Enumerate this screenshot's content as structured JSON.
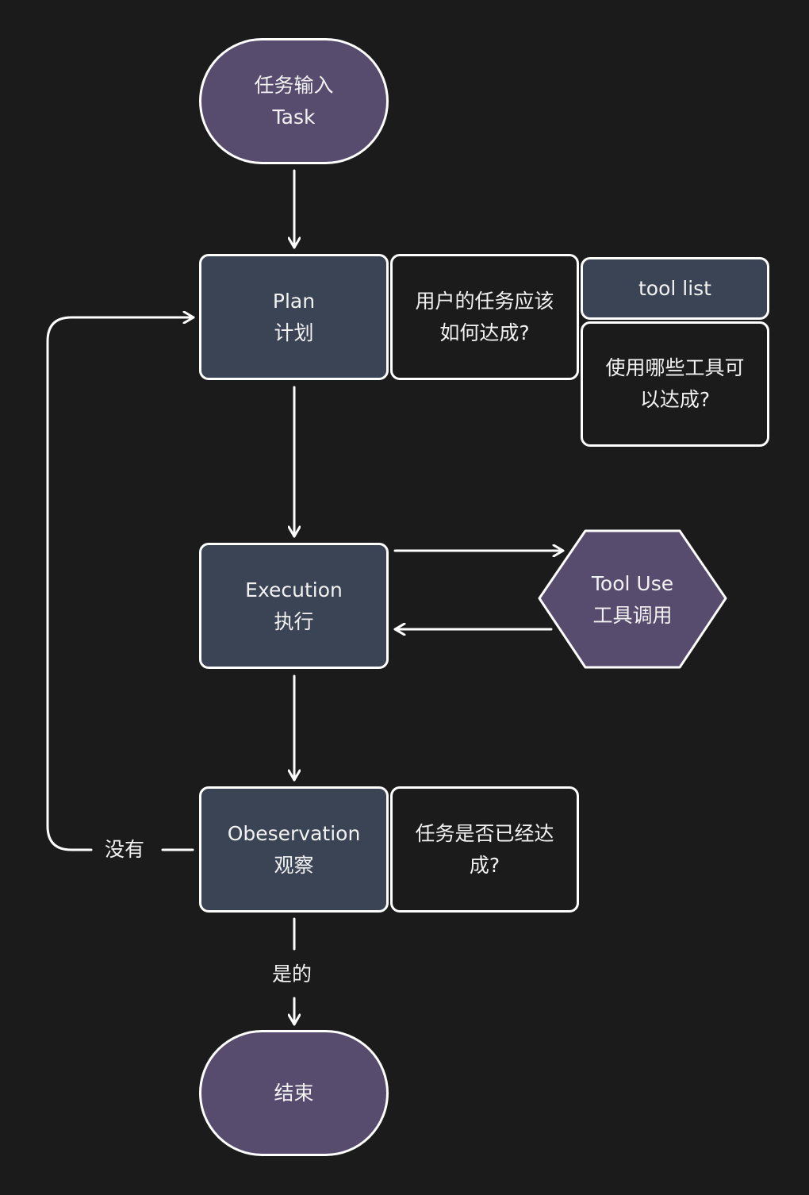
{
  "title": "Agent task flow",
  "colors": {
    "background": "#1b1b1b",
    "terminal_fill": "#584c6e",
    "process_fill": "#3b4454",
    "stroke": "#ffffff"
  },
  "nodes": {
    "start": {
      "line1": "任务输入",
      "line2": "Task"
    },
    "plan": {
      "line1": "Plan",
      "line2": "计划"
    },
    "plan_note": {
      "line1": "用户的任务应该",
      "line2": "如何达成?"
    },
    "tool_list": {
      "label": "tool list"
    },
    "tool_note": {
      "line1": "使用哪些工具可",
      "line2": "以达成?"
    },
    "execution": {
      "line1": "Execution",
      "line2": "执行"
    },
    "tool_use": {
      "line1": "Tool Use",
      "line2": "工具调用"
    },
    "observation": {
      "line1": "Obeservation",
      "line2": "观察"
    },
    "observation_note": {
      "line1": "任务是否已经达",
      "line2": "成?"
    },
    "end": {
      "label": "结束"
    }
  },
  "edges": {
    "no_label": "没有",
    "yes_label": "是的"
  }
}
